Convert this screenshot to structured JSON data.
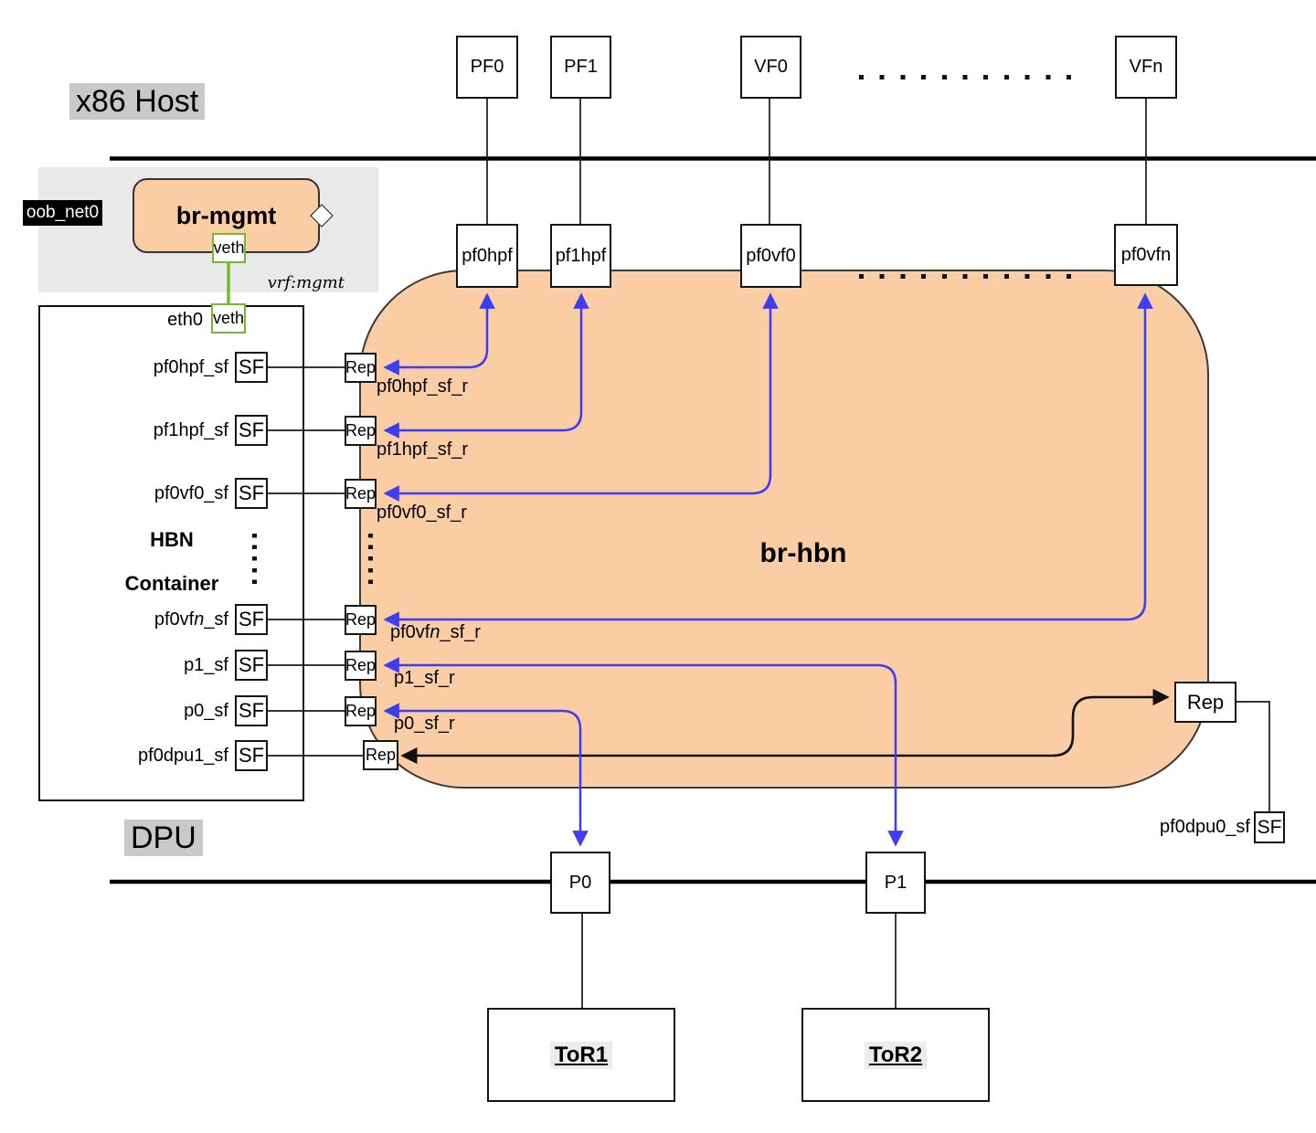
{
  "labels": {
    "host": "x86 Host",
    "dpu": "DPU"
  },
  "host_ports": [
    {
      "label": "PF0"
    },
    {
      "label": "PF1"
    },
    {
      "label": "VF0"
    },
    {
      "label": "VFn"
    }
  ],
  "uplinks": [
    {
      "label": "pf0hpf"
    },
    {
      "label": "pf1hpf"
    },
    {
      "label": "pf0vf0"
    },
    {
      "label": "pf0vfn"
    }
  ],
  "mgmt": {
    "oob": "oob_net0",
    "bridge": "br-mgmt",
    "veth_top": "veth",
    "veth_bottom": "veth",
    "vrf": "vrf:mgmt"
  },
  "container": {
    "eth0": "eth0",
    "name1": "HBN",
    "name2": "Container",
    "rows": [
      {
        "pre": "pf0hpf_sf",
        "it": "",
        "post": "",
        "sf": "SF",
        "rep": "Rep",
        "rpre": "pf0hpf_sf_r",
        "rit": "",
        "rpost": ""
      },
      {
        "pre": "pf1hpf_sf",
        "it": "",
        "post": "",
        "sf": "SF",
        "rep": "Rep",
        "rpre": "pf1hpf_sf_r",
        "rit": "",
        "rpost": ""
      },
      {
        "pre": "pf0vf0_sf",
        "it": "",
        "post": "",
        "sf": "SF",
        "rep": "Rep",
        "rpre": "pf0vf0_sf_r",
        "rit": "",
        "rpost": ""
      },
      {
        "pre": "pf0vf",
        "it": "n",
        "post": "_sf",
        "sf": "SF",
        "rep": "Rep",
        "rpre": "pf0vf",
        "rit": "n",
        "rpost": "_sf_r"
      },
      {
        "pre": "p1_sf",
        "it": "",
        "post": "",
        "sf": "SF",
        "rep": "Rep",
        "rpre": "p1_sf_r",
        "rit": "",
        "rpost": ""
      },
      {
        "pre": "p0_sf",
        "it": "",
        "post": "",
        "sf": "SF",
        "rep": "Rep",
        "rpre": "p0_sf_r",
        "rit": "",
        "rpost": ""
      },
      {
        "pre": "pf0dpu1_sf",
        "it": "",
        "post": "",
        "sf": "SF",
        "rep": "Rep",
        "rpre": "",
        "rit": "",
        "rpost": ""
      }
    ]
  },
  "bridge": {
    "label": "br-hbn"
  },
  "dpu_uplink": {
    "rep": "Rep",
    "sf": "SF",
    "label": "pf0dpu0_sf"
  },
  "phys_ports": [
    {
      "label": "P0"
    },
    {
      "label": "P1"
    }
  ],
  "tors": [
    {
      "label": "ToR1"
    },
    {
      "label": "ToR2"
    }
  ],
  "colors": {
    "bridge_fill": "#FACDA4",
    "arrow_blue": "#3D3DF2",
    "veth_green": "#76B82E",
    "mgmt_panel": "#E9E9E9",
    "label_bg": "#C9C9C9",
    "oob_bg": "#000000"
  }
}
